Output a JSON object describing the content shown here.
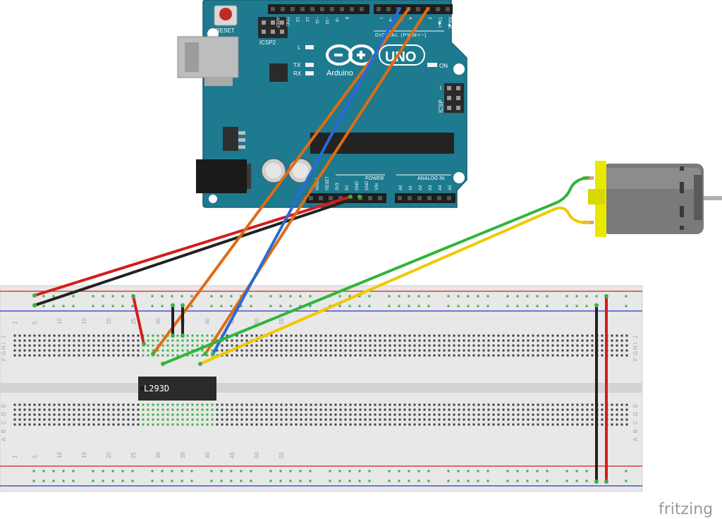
{
  "colors": {
    "board": "#1e7a8f",
    "board_edge": "#14606f",
    "breadboard": "#e8e8e8",
    "rail_red": "#d62020",
    "rail_blue": "#3030c8",
    "hole": "#3e3e3e",
    "hole_green": "#3cb043",
    "wire_red": "#d41c1c",
    "wire_black": "#222222",
    "wire_orange": "#e06b14",
    "wire_blue": "#2a6ad8",
    "wire_green": "#2fb53a",
    "wire_yellow": "#f0c800",
    "motor_body": "#7a7a7a",
    "motor_cap": "#e8e800"
  },
  "arduino": {
    "reset_label": "RESET",
    "icsp2_label": "ICSP2",
    "icsp_label": "ICSP",
    "l_label": "L",
    "tx_label": "TX",
    "rx_label": "RX",
    "on_label": "ON",
    "logo_text": "UNO",
    "brand": "Arduino",
    "digital_label": "DIGITAL (PWM=~)",
    "power_label": "POWER",
    "analog_label": "ANALOG IN",
    "icsp_pin1": "1",
    "top_pins": [
      "AREF",
      "GND",
      "13",
      "12",
      "~11",
      "~10",
      "~9",
      "8",
      "7",
      "~6",
      "~5",
      "4",
      "~3",
      "2",
      "TX▶1",
      "RX◀0"
    ],
    "power_pins": [
      "IOREF",
      "RESET",
      "3V3",
      "5V",
      "GND",
      "GND",
      "VIN"
    ],
    "analog_pins": [
      "A0",
      "A1",
      "A2",
      "A3",
      "A4",
      "A5"
    ]
  },
  "breadboard": {
    "col_numbers": [
      "1",
      "5",
      "10",
      "15",
      "20",
      "25",
      "30",
      "35",
      "40",
      "45",
      "50",
      "55"
    ],
    "row_letters_top": [
      "J",
      "I",
      "H",
      "G",
      "F"
    ],
    "row_letters_bottom": [
      "E",
      "D",
      "C",
      "B",
      "A"
    ]
  },
  "chip": {
    "label": "L293D"
  },
  "watermark": "fritzing"
}
